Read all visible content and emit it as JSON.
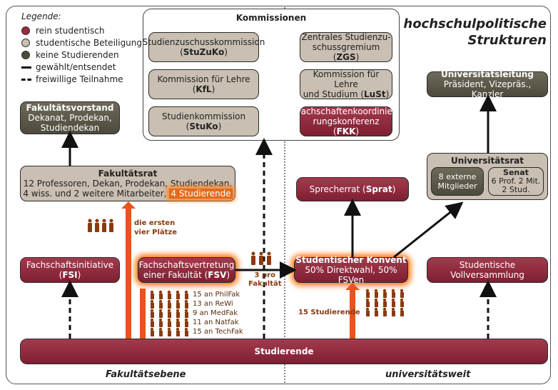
{
  "title": [
    "hochschulpolitische",
    "Strukturen"
  ],
  "legend": {
    "title": "Legende:",
    "items": [
      "rein studentisch",
      "studentische Beteiligung",
      "keine Studierenden",
      "gewählt/entsendet",
      "freiwillige Teilnahme"
    ],
    "colors": [
      "#9b2a3c",
      "#c9bfb2",
      "#4d4a3c"
    ]
  },
  "commissions": {
    "title": "Kommissionen",
    "items": [
      {
        "line1": "Studienzuschusskommission",
        "abbr": "StuZuKo",
        "pre": "(",
        "post": ")"
      },
      {
        "line1": "Zentrales Studienzu-",
        "line2": "schussgremium",
        "abbr": "ZGS"
      },
      {
        "line1": "Kommission für Lehre",
        "abbr": "KfL"
      },
      {
        "line1": "Kommission für Lehre",
        "line2": "und Studium",
        "abbr": "LuSt"
      },
      {
        "line1": "Studienkommission",
        "abbr": "StuKo"
      },
      {
        "line1": "Fachschaftenkoordinie-",
        "line2": "rungskonferenz",
        "abbr": "FKK"
      }
    ]
  },
  "fakultaetsvorstand": {
    "title": "Fakultätsvorstand",
    "line1": "Dekanat, Prodekan,",
    "line2": "Studiendekan"
  },
  "fakultaetsrat": {
    "title": "Fakultätsrat",
    "line1": "12 Professoren, Dekan, Prodekan, Studiendekan,",
    "line2": "4 wiss. und 2 weitere Mitarbeiter,",
    "highlight": "4 Studierende"
  },
  "universitaetsleitung": {
    "title": "Universitätsleitung",
    "line1": "Präsident, Vizepräs., Kanzler"
  },
  "universitaetsrat": {
    "title": "Universitätsrat",
    "extern": [
      "8 externe",
      "Mitglieder"
    ],
    "senat_title": "Senat",
    "senat": [
      "6 Prof. 2 Mit.",
      "2 Stud."
    ]
  },
  "sprecherrat": {
    "name": "Sprecherrat",
    "abbr": "Sprat"
  },
  "fsi": {
    "name": "Fachschaftsinitiative",
    "abbr": "FSI"
  },
  "fsv": {
    "line1": "Fachschaftsvertretung",
    "line2": "einer Fakultät",
    "abbr": "FSV"
  },
  "konvent": {
    "title": "Studentischer Konvent",
    "line1": "50% Direktwahl, 50% FSVen"
  },
  "vollversammlung": {
    "line1": "Studentische",
    "line2": "Vollversammlung"
  },
  "studierende": "Studierende",
  "labels": {
    "ersten": [
      "die ersten",
      "vier Plätze"
    ],
    "pro_fakultaet": [
      "3 pro",
      "Fakultät"
    ],
    "fakultaeten": [
      "15 an PhilFak",
      "13 an ReWi",
      "9 an MedFak",
      "11 an Natfak",
      "15 an TechFak"
    ],
    "konvent_studs": "15 Studierende"
  },
  "sections": {
    "left": "Fakultätsebene",
    "right": "universitätsweit"
  },
  "colors": {
    "accent": "#ff7a18",
    "student_red": "#8a2236",
    "label_brown": "#8a3a10"
  }
}
